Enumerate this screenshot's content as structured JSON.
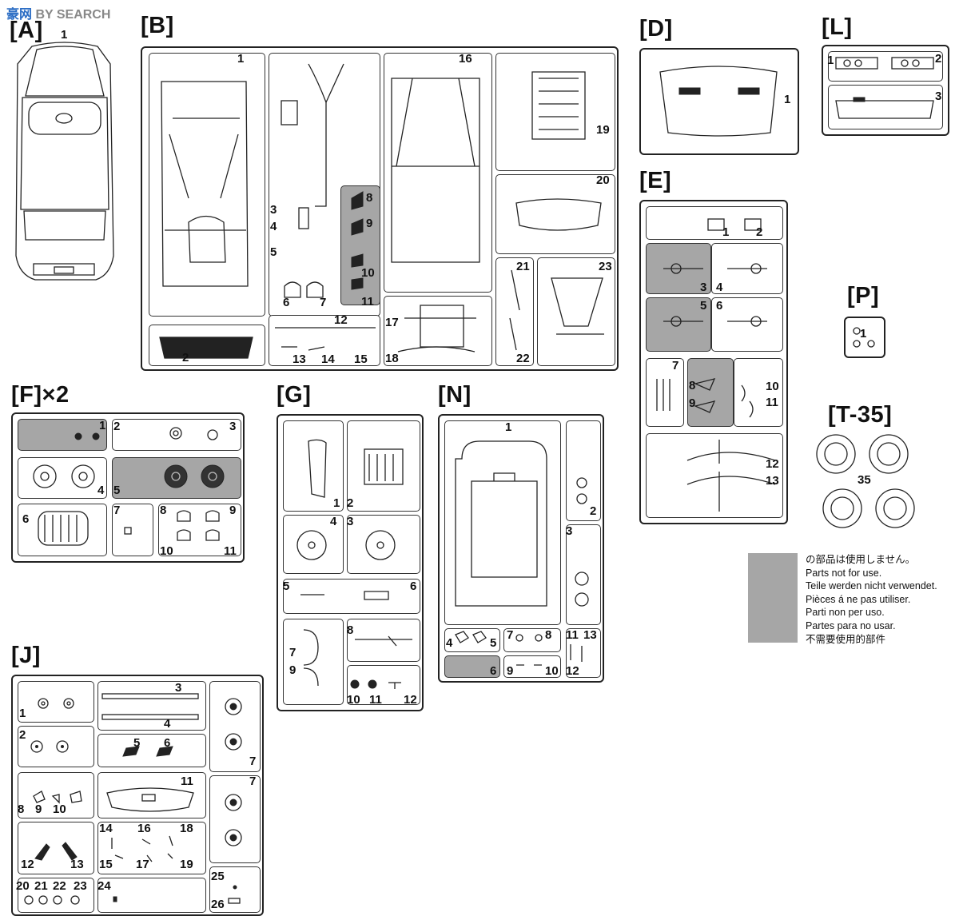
{
  "watermark": {
    "prefix": "豪网",
    "suffix": "BY SEARCH"
  },
  "sprues": {
    "A": {
      "label": "[A]",
      "parts": [
        "1"
      ]
    },
    "B": {
      "label": "[B]",
      "parts": [
        "1",
        "2",
        "3",
        "4",
        "5",
        "6",
        "7",
        "8",
        "9",
        "10",
        "11",
        "12",
        "13",
        "14",
        "15",
        "16",
        "17",
        "18",
        "19",
        "20",
        "21",
        "22",
        "23"
      ]
    },
    "D": {
      "label": "[D]",
      "parts": [
        "1"
      ]
    },
    "L": {
      "label": "[L]",
      "parts": [
        "1",
        "2",
        "3"
      ]
    },
    "E": {
      "label": "[E]",
      "parts": [
        "1",
        "2",
        "3",
        "4",
        "5",
        "6",
        "7",
        "8",
        "9",
        "10",
        "11",
        "12",
        "13"
      ]
    },
    "P": {
      "label": "[P]",
      "parts": [
        "1"
      ]
    },
    "T35": {
      "label": "[T-35]",
      "parts": [
        "35"
      ]
    },
    "F": {
      "label": "[F]×2",
      "parts": [
        "1",
        "2",
        "3",
        "4",
        "5",
        "6",
        "7",
        "8",
        "9",
        "10",
        "11"
      ]
    },
    "G": {
      "label": "[G]",
      "parts": [
        "1",
        "2",
        "3",
        "4",
        "5",
        "6",
        "7",
        "8",
        "9",
        "10",
        "11",
        "12"
      ]
    },
    "N": {
      "label": "[N]",
      "parts": [
        "1",
        "2",
        "3",
        "4",
        "5",
        "6",
        "7",
        "8",
        "9",
        "10",
        "11",
        "12",
        "13"
      ]
    },
    "J": {
      "label": "[J]",
      "parts": [
        "1",
        "2",
        "3",
        "4",
        "5",
        "6",
        "7",
        "8",
        "9",
        "10",
        "11",
        "12",
        "13",
        "14",
        "15",
        "16",
        "17",
        "18",
        "19",
        "20",
        "21",
        "22",
        "23",
        "24",
        "25",
        "26"
      ]
    }
  },
  "legend": {
    "shade_color": "#a6a6a6",
    "lines": [
      "の部品は使用しません。",
      "Parts not for use.",
      "Teile werden nicht verwendet.",
      "Pièces á ne pas utiliser.",
      "Parti non per uso.",
      "Partes para no usar.",
      "不需要使用的部件"
    ]
  }
}
